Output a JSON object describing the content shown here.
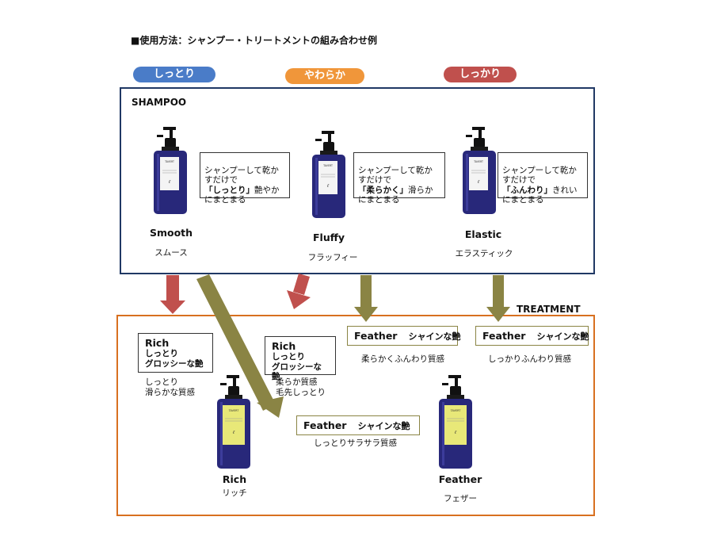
{
  "title": "■使用方法：シャンプー・トリートメントの組み合わせ例",
  "pills": [
    {
      "label": "しっとり",
      "color": "#4a7cc8"
    },
    {
      "label": "やわらか",
      "color": "#f0963a"
    },
    {
      "label": "しっかり",
      "color": "#c0504d"
    }
  ],
  "shampoo": {
    "label": "SHAMPOO",
    "products": [
      {
        "name_en": "Smooth",
        "name_ja": "スムース",
        "callout": {
          "pre": "シャンプーして乾か\nすだけで\n",
          "bold": "「しっとり」",
          "post": "艶やか\nにまとまる"
        }
      },
      {
        "name_en": "Fluffy",
        "name_ja": "フラッフィー",
        "callout": {
          "pre": "シャンプーして乾か\nすだけで\n",
          "bold": "「柔らかく」",
          "post": "滑らか\nにまとまる"
        }
      },
      {
        "name_en": "Elastic",
        "name_ja": "エラスティック",
        "callout": {
          "pre": "シャンプーして乾か\nすだけで\n",
          "bold": "「ふんわり」",
          "post": "きれい\nにまとまる"
        }
      }
    ]
  },
  "treatment": {
    "label": "TREATMENT",
    "rich_boxes": [
      {
        "name": "Rich",
        "line1": "しっとり",
        "line2": "グロッシーな艶",
        "desc": [
          "しっとり",
          "滑らかな質感"
        ]
      },
      {
        "name": "Rich",
        "line1": "しっとり",
        "line2": "グロッシーな艶",
        "desc": [
          "柔らか質感",
          "毛先しっとり"
        ]
      }
    ],
    "feather_boxes": [
      {
        "name": "Feather",
        "sub": "シャインな艶",
        "desc": "柔らかくふんわり質感"
      },
      {
        "name": "Feather",
        "sub": "シャインな艶",
        "desc": "しっかりふんわり質感"
      },
      {
        "name": "Feather",
        "sub": "シャインな艶",
        "desc": "しっとりサラサラ質感"
      }
    ],
    "products": [
      {
        "name_en": "Rich",
        "name_ja": "リッチ"
      },
      {
        "name_en": "Feather",
        "name_ja": "フェザー"
      }
    ]
  },
  "bottle_label": "TAVERT",
  "colors": {
    "shampoo_border": "#203864",
    "treatment_border": "#d87020",
    "arrow_red": "#c0504d",
    "arrow_olive": "#8a8444",
    "bottle_blue": "#28287a",
    "label_white": "#f4f4f4",
    "label_yellow": "#e8e878"
  }
}
